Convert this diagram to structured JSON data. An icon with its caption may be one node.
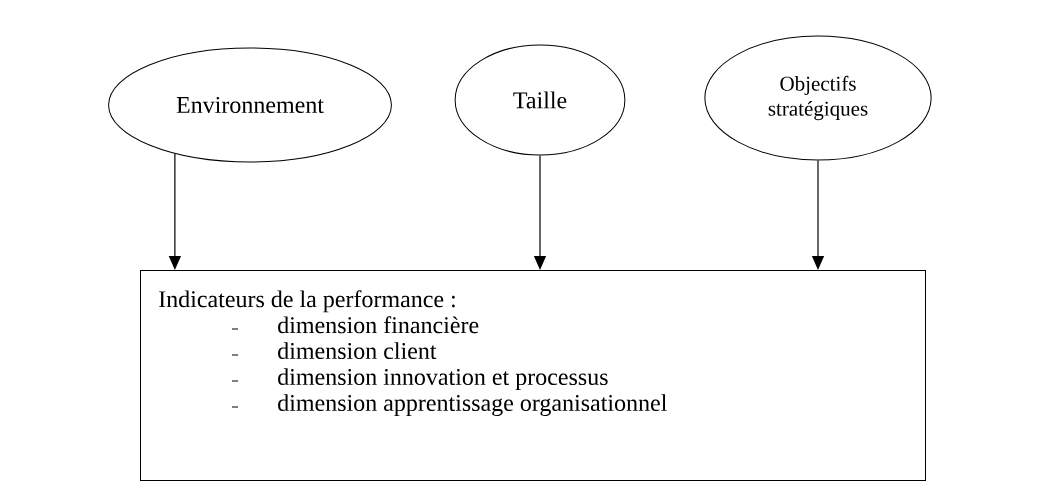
{
  "diagram": {
    "nodes": [
      {
        "text": [
          "Environnement"
        ]
      },
      {
        "text": [
          "Taille"
        ]
      },
      {
        "text": [
          "Objectifs stratégiques"
        ]
      },
      {
        "text": [
          "Indicateurs de la performance :",
          "dimension financière",
          "dimension client",
          "dimension innovation et processus",
          "dimension apprentissage organisationnel"
        ]
      }
    ],
    "edges": [
      {
        "from": 0,
        "to": 3,
        "arrow": "to"
      },
      {
        "from": 1,
        "to": 3,
        "arrow": "to"
      },
      {
        "from": 2,
        "to": 3,
        "arrow": "to"
      }
    ]
  }
}
